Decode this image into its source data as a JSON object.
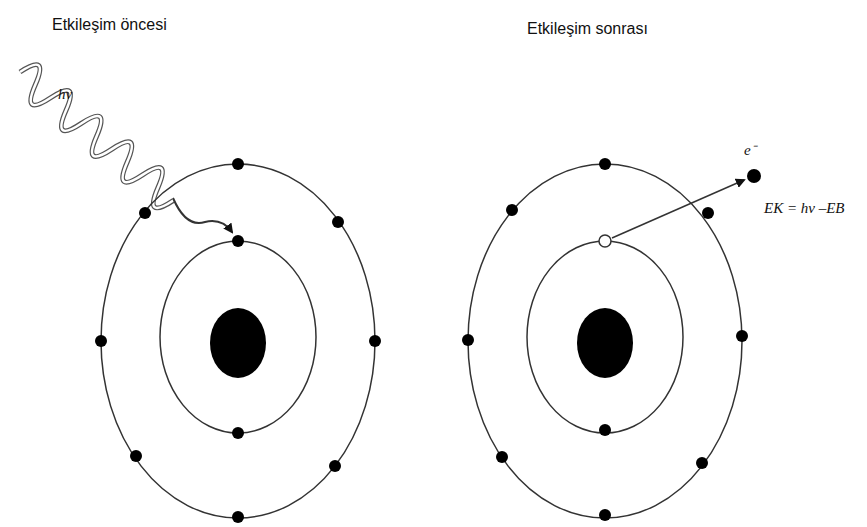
{
  "diagram": {
    "labels": [
      "Etkileşim öncesi",
      "Etkileşim sonrası",
      "hν",
      "e⁻",
      "EK = hν –EB"
    ]
  }
}
